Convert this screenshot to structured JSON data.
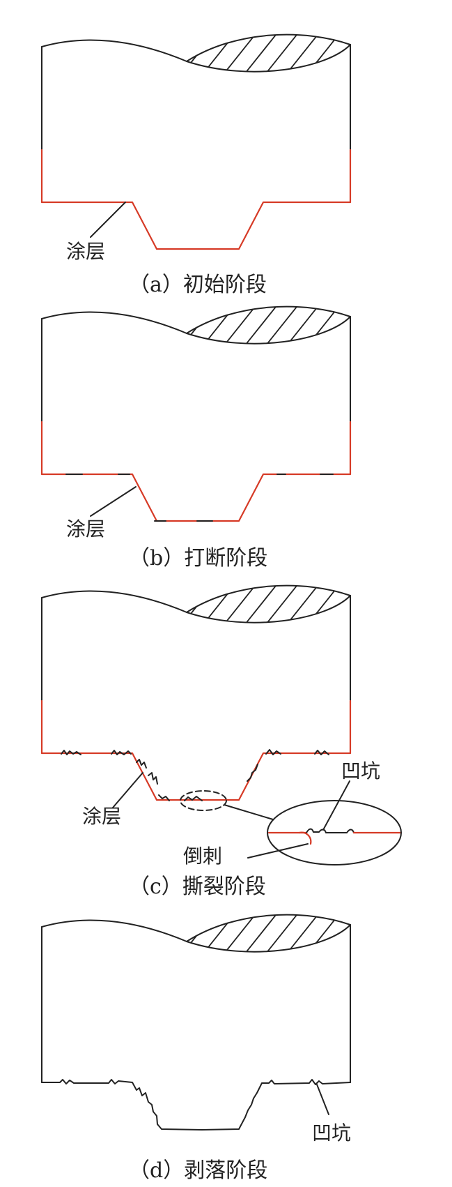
{
  "colors": {
    "line": "#222222",
    "coating": "#d63a26",
    "background": "#ffffff"
  },
  "panels": [
    {
      "id": "a",
      "caption": "（a）初始阶段",
      "coating_label": "涂层"
    },
    {
      "id": "b",
      "caption": "（b）打断阶段",
      "coating_label": "涂层"
    },
    {
      "id": "c",
      "caption": "（c）撕裂阶段",
      "coating_label": "涂层",
      "pit_label": "凹坑",
      "burr_label": "倒刺"
    },
    {
      "id": "d",
      "caption": "（d）剥落阶段",
      "pit_label": "凹坑"
    }
  ]
}
